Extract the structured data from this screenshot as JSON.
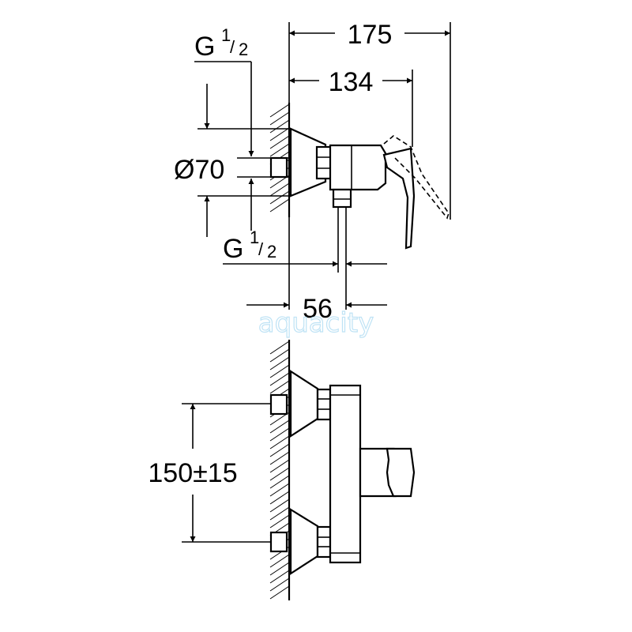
{
  "dimensions": {
    "overall_depth": "175",
    "body_depth": "134",
    "connection_offset": "56",
    "rosette_diameter": "Ø70",
    "thread_top": {
      "base": "G",
      "num": "1",
      "den": "2"
    },
    "thread_bottom": {
      "base": "G",
      "num": "1",
      "den": "2"
    },
    "centre_distance": "150±15"
  },
  "watermark": "aquacity"
}
